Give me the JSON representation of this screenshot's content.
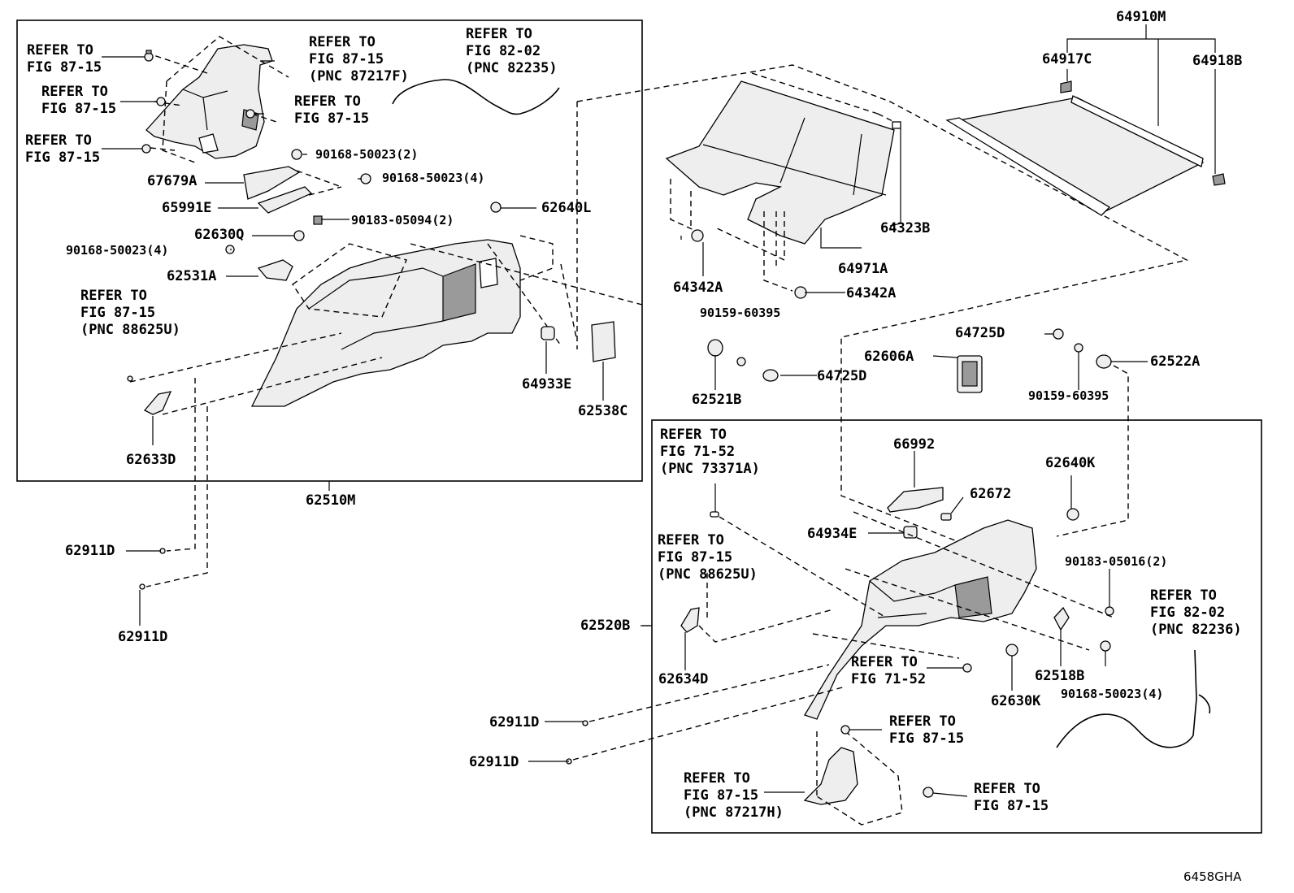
{
  "diagram_code": "6458GHA",
  "groups": {
    "upper_left_box": "62510M",
    "lower_right_box": "62520B"
  },
  "labels": {
    "ref_87_15_a": "REFER TO\nFIG 87-15",
    "ref_87_15_b": "REFER TO\nFIG 87-15",
    "ref_87_15_c": "REFER TO\nFIG 87-15",
    "ref_87217f": "REFER TO\nFIG 87-15\n(PNC 87217F)",
    "ref_82235": "REFER TO\nFIG 82-02\n(PNC 82235)",
    "ref_87_15_d": "REFER TO\nFIG 87-15",
    "ref_88625u_a": "REFER TO\nFIG 87-15\n(PNC 88625U)",
    "p67679A": "67679A",
    "p65991E": "65991E",
    "p62630Q": "62630Q",
    "p90168_2": "90168-50023(2)",
    "p90168_4a": "90168-50023(4)",
    "p90183_05094": "90183-05094(2)",
    "p90168_4b": "90168-50023(4)",
    "p62640L": "62640L",
    "p62531A": "62531A",
    "p64933E": "64933E",
    "p62538C": "62538C",
    "p62633D": "62633D",
    "p62911D_a": "62911D",
    "p62911D_b": "62911D",
    "p62911D_c": "62911D",
    "p62911D_d": "62911D",
    "p64910M": "64910M",
    "p64917C": "64917C",
    "p64918B": "64918B",
    "p64323B": "64323B",
    "p64971A": "64971A",
    "p64342A_a": "64342A",
    "p64342A_b": "64342A",
    "p90159_a": "90159-60395",
    "p90159_b": "90159-60395",
    "p62521B": "62521B",
    "p64725D_a": "64725D",
    "p64725D_b": "64725D",
    "p62606A": "62606A",
    "p62522A": "62522A",
    "ref_73371a": "REFER TO\nFIG 71-52\n(PNC 73371A)",
    "ref_88625u_b": "REFER TO\nFIG 87-15\n(PNC 88625U)",
    "p66992": "66992",
    "p62672": "62672",
    "p62640K": "62640K",
    "p64934E": "64934E",
    "p90183_05016": "90183-05016(2)",
    "ref_82236": "REFER TO\nFIG 82-02\n(PNC 82236)",
    "p62634D": "62634D",
    "ref_71_52": "REFER TO\nFIG 71-52",
    "p62630K": "62630K",
    "p62518B": "62518B",
    "p90168_4c": "90168-50023(4)",
    "ref_87_15_e": "REFER TO\nFIG 87-15",
    "ref_87217h": "REFER TO\nFIG 87-15\n(PNC 87217H)",
    "ref_87_15_f": "REFER TO\nFIG 87-15"
  }
}
